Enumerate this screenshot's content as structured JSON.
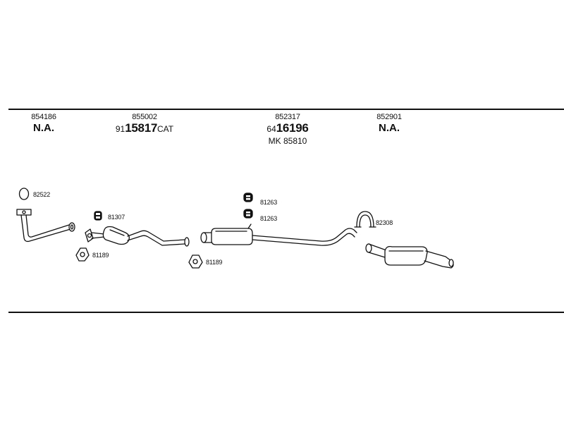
{
  "columns": [
    {
      "part": "854186",
      "main": "N.A."
    },
    {
      "part": "855002",
      "prefix": "91",
      "number": "15817",
      "suffix": "CAT"
    },
    {
      "part": "852317",
      "prefix": "64",
      "number": "16196",
      "sub": "MK  85810"
    },
    {
      "part": "852901",
      "main": "N.A."
    }
  ],
  "labels": {
    "gasket_front": "82522",
    "rubber_cat": "81307",
    "gasket_cat_in": "81189",
    "gasket_mid": "81189",
    "rubber_mid_1": "81263",
    "rubber_mid_2": "81263",
    "clamp_rear": "82308"
  }
}
